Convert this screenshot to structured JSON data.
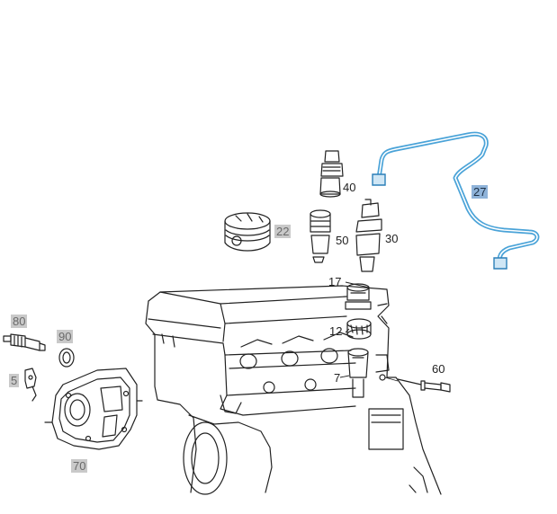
{
  "diagram": {
    "highlight_color": "#c9c9c9",
    "selected_color": "#8fb3d9",
    "pipe_color": "#4aa3d8",
    "callouts": [
      {
        "id": "27",
        "state": "selected"
      },
      {
        "id": "40",
        "state": "normal"
      },
      {
        "id": "22",
        "state": "highlighted"
      },
      {
        "id": "50",
        "state": "normal"
      },
      {
        "id": "30",
        "state": "normal"
      },
      {
        "id": "17",
        "state": "normal"
      },
      {
        "id": "80",
        "state": "highlighted"
      },
      {
        "id": "90",
        "state": "highlighted"
      },
      {
        "id": "12",
        "state": "normal"
      },
      {
        "id": "60",
        "state": "normal"
      },
      {
        "id": "5",
        "state": "highlighted"
      },
      {
        "id": "7",
        "state": "normal"
      },
      {
        "id": "70",
        "state": "highlighted"
      }
    ]
  }
}
